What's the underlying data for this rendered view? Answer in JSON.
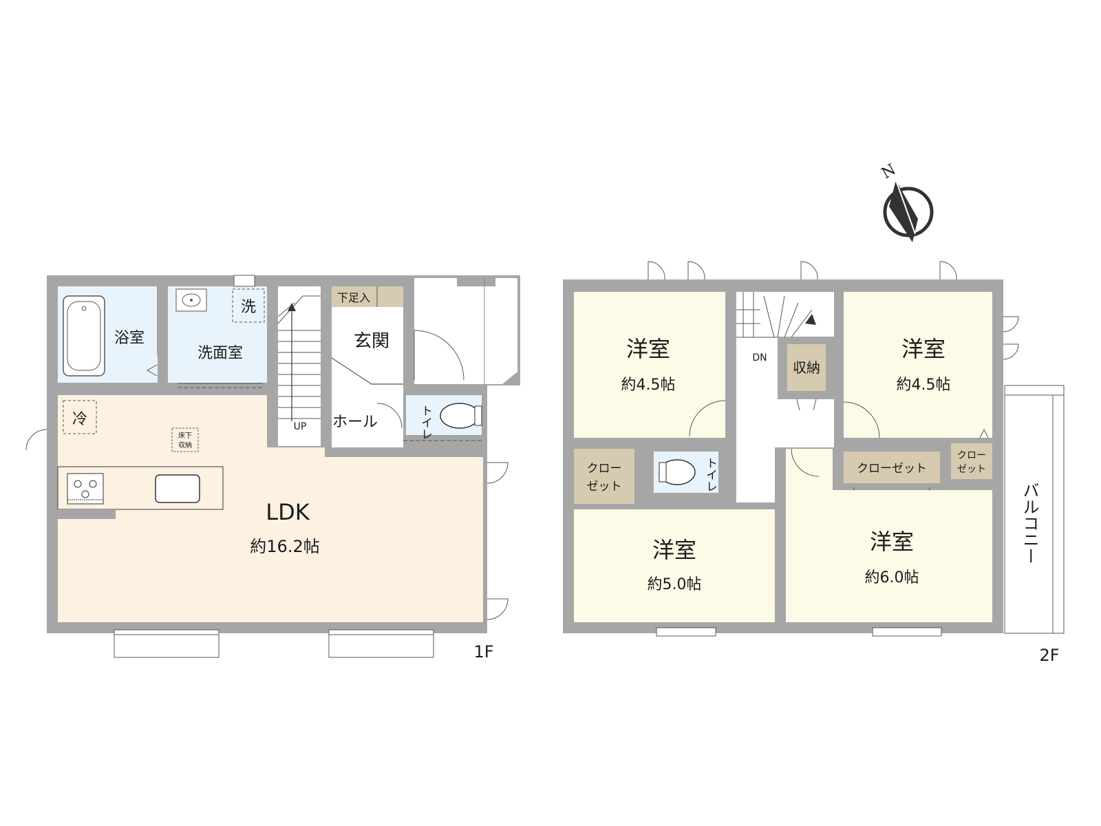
{
  "floors": {
    "first": {
      "label": "1F",
      "rooms": {
        "bath": "浴室",
        "washroom": "洗面室",
        "washer_mark": "洗",
        "entrance": "玄関",
        "shoe_storage": "下足入",
        "hall": "ホール",
        "toilet": "トイレ",
        "stairs_up": "UP",
        "fridge_mark": "冷",
        "underfloor_line1": "床下",
        "underfloor_line2": "収納",
        "ldk": "LDK",
        "ldk_area": "約16.2帖"
      }
    },
    "second": {
      "label": "2F",
      "rooms": {
        "nw_room": "洋室",
        "nw_area": "約4.5帖",
        "ne_room": "洋室",
        "ne_area": "約4.5帖",
        "sw_room": "洋室",
        "sw_area": "約5.0帖",
        "se_room": "洋室",
        "se_area": "約6.0帖",
        "storage": "収納",
        "stairs_down": "DN",
        "toilet": "トイレ",
        "closet_sw_line1": "クロー",
        "closet_sw_line2": "ゼット",
        "closet_main": "クローゼット",
        "closet_small_line1": "クロー",
        "closet_small_line2": "ゼット",
        "balcony": "バルコニー"
      }
    }
  },
  "compass": {
    "north_label": "N"
  },
  "colors": {
    "wall": "#a6a6a6",
    "ldk_floor": "#fdf1e2",
    "wet_area": "#e8f3fb",
    "bedroom": "#fdfbe8",
    "closet": "#d6cbb0",
    "line": "#333333"
  }
}
